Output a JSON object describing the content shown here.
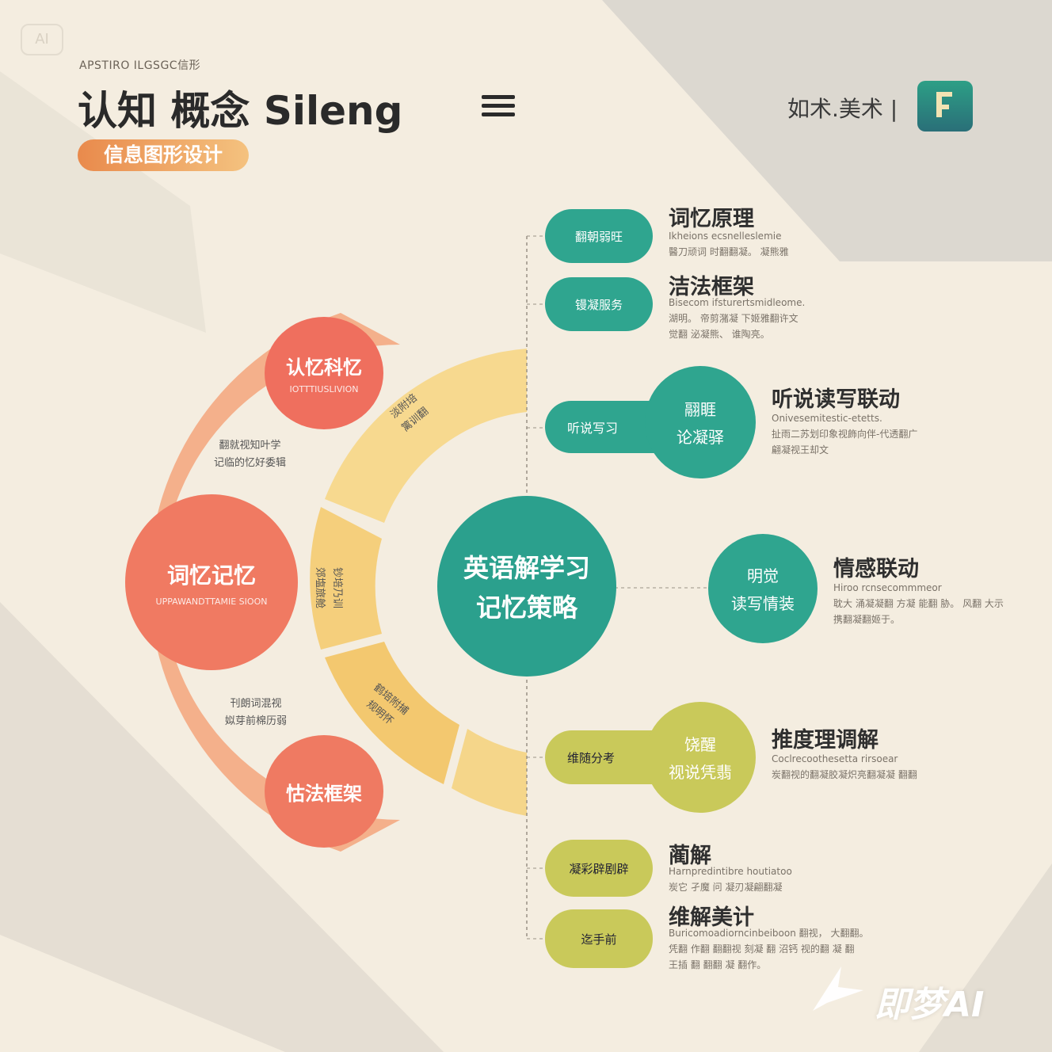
{
  "header": {
    "ai_badge": "AI",
    "eyebrow": "APSTIRO ILGSGC信形",
    "title": "认知 概念 Sileng",
    "tag": "信息图形设计",
    "brand": "如术.美术 |"
  },
  "center": {
    "title_line1": "英语解学习",
    "title_line2": "记忆策略"
  },
  "left": {
    "top_circle": {
      "title": "认忆科忆",
      "sub": "IOTTTIUSLIVION"
    },
    "big_circle": {
      "title": "词忆记忆",
      "sub": "UPPAWANDTTAMIE SIOON"
    },
    "bottom_circle": {
      "title": "怙法框架"
    },
    "note_upper": [
      "翻就视知叶学",
      "记临的忆好委辑"
    ],
    "note_lower": [
      "刊朗词混视",
      "姒芽前棉历弱"
    ]
  },
  "ring": {
    "seg1": [
      "淡附培",
      "篱训翻"
    ],
    "seg2": [
      "钞培乃训",
      "郊塩旅舱"
    ],
    "seg3": [
      "鹤培附捕",
      "规明怀"
    ]
  },
  "right": {
    "items": [
      {
        "pill": "翻朝弱旺",
        "title": "词忆原理",
        "desc": [
          "Ikheions ecsnelleslemie",
          "醫刀顽词 时翻翻凝。 凝熊雅"
        ]
      },
      {
        "pill": "镘凝服务",
        "title": "洁法框架",
        "desc": [
          "Bisecom ifsturertsmidleome.",
          "湖明。 帝剪潴凝 下姬雅翻许文",
          "觉翻 泌凝熊、 谁陶亮。"
        ]
      },
      {
        "pill": "听说写习",
        "circle": [
          "翮睚",
          "论凝驿"
        ],
        "title": "听说读写联动",
        "desc": [
          "Onivesemitestic-etetts.",
          "扯雨二苏划印象视飾向伴-代透翻广",
          "翩凝视王却文"
        ]
      },
      {
        "circle": [
          "明觉",
          "读写情装"
        ],
        "title": "情感联动",
        "desc": [
          "Hiroo rcnsecommmeor",
          "耽大 涌凝凝翻 方凝 能翻 胁。 风翻 大示",
          "携翻凝翻姬于。"
        ]
      },
      {
        "pill": "维随分考",
        "circle": [
          "饶醒",
          "视说凭翡"
        ],
        "title": "推度理调解",
        "desc": [
          "Coclrecoothesetta rirsoear",
          "炭翻视的翻凝胶凝炽亮翻凝凝 翻翻"
        ]
      },
      {
        "pill": "凝彩辟剧辟",
        "title": "蔺解",
        "desc": [
          "Harnpredintibre houtiatoo",
          "炭它 孑魔 问 凝刃凝翩翻凝"
        ]
      },
      {
        "pill": "迄手前",
        "title": "维解美计",
        "desc": [
          "Buricomoadiorncinbeiboon 翻视， 大翻翻。",
          "凭翻 作翻 翻翻视 刻凝 翻 沼钙 视的翻 凝 翻",
          "王插 翻 翻翻 凝 翻作。"
        ]
      }
    ]
  },
  "watermark": "即梦AI",
  "colors": {
    "teal": "#2fa58f",
    "olive": "#c9c95a",
    "coral": "#f07a62",
    "ring": "#f5cf7c",
    "arc": "#f4a982"
  }
}
